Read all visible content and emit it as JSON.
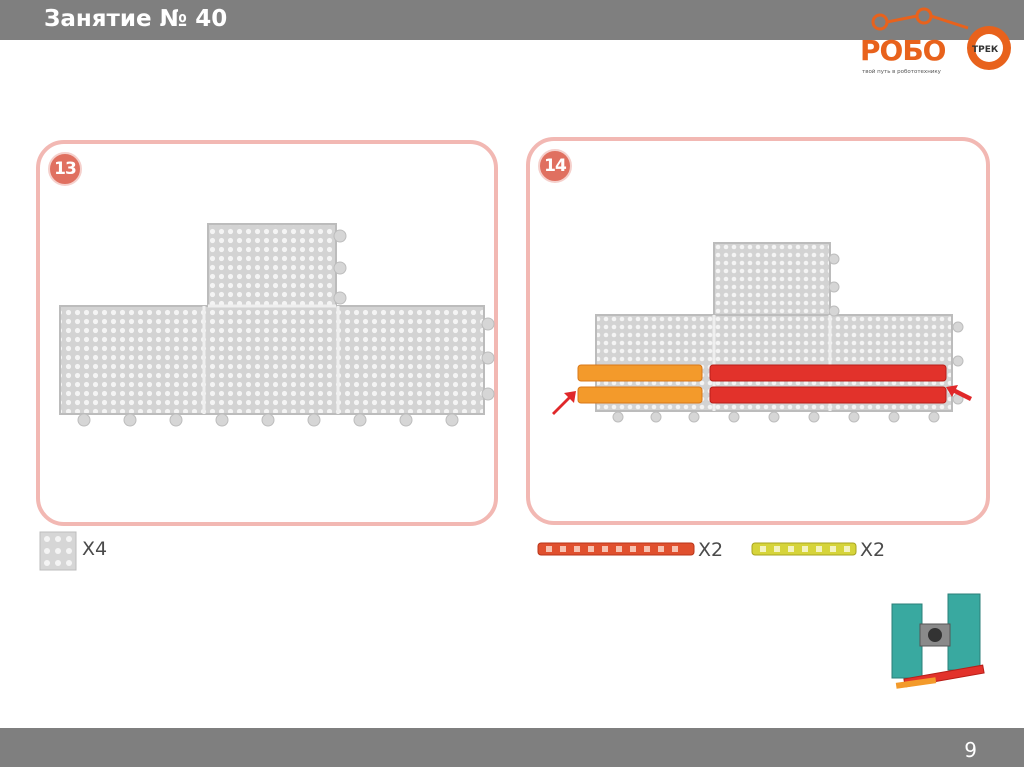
{
  "header": {
    "title": "Занятие № 40"
  },
  "logo": {
    "name": "робо-трек-logo",
    "text_main": "РОБО",
    "text_tag": "ТРЕК",
    "tagline": "твой путь в робототехнику"
  },
  "steps": [
    {
      "number": "13"
    },
    {
      "number": "14"
    }
  ],
  "parts": [
    {
      "icon": "grey-grid-plate-icon",
      "count": "X4"
    },
    {
      "icon": "red-beam-icon",
      "count": "X2"
    },
    {
      "icon": "yellow-beam-icon",
      "count": "X2"
    }
  ],
  "footer": {
    "page_number": "9"
  },
  "colors": {
    "bar": "#7f7f7f",
    "panel_border": "#f2b8b3",
    "badge": "#e07060",
    "plate": "#d9d9d9",
    "red_beam": "#e2322b",
    "orange_beam": "#f39a2b"
  }
}
